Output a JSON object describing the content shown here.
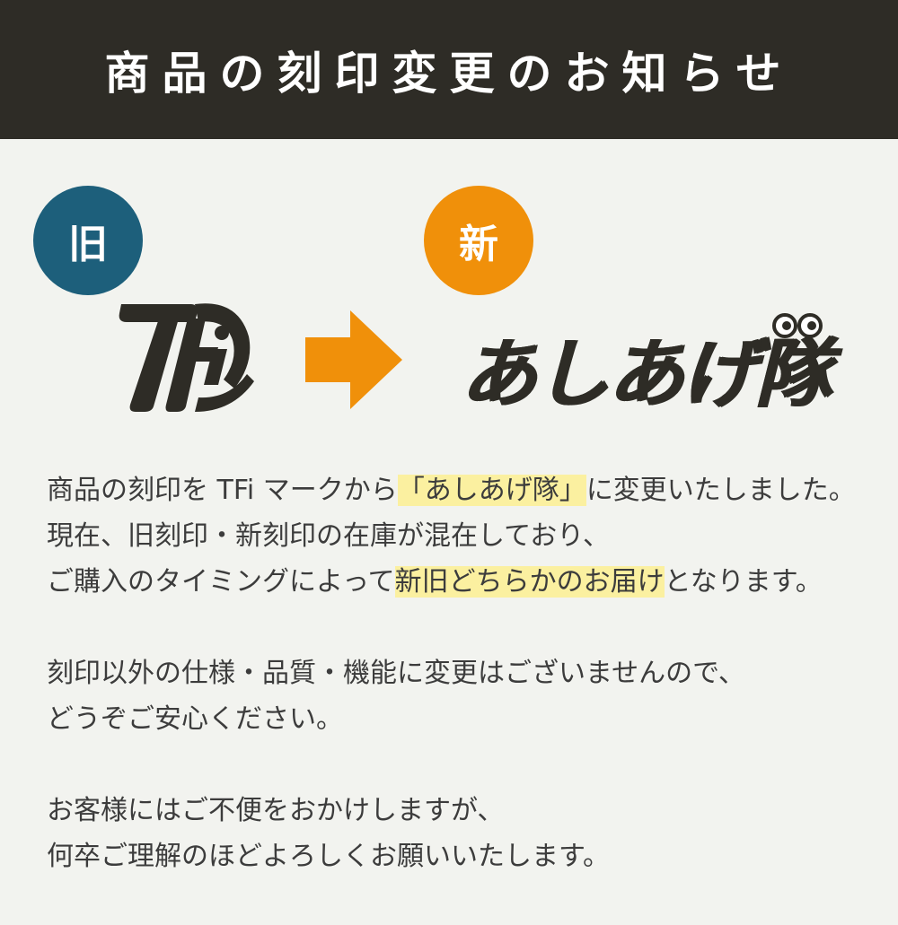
{
  "header": {
    "title": "商品の刻印変更のお知らせ"
  },
  "badges": {
    "old": "旧",
    "new": "新"
  },
  "logos": {
    "new_brand": "あしあげ隊"
  },
  "colors": {
    "header_bg": "#2e2c26",
    "old_badge": "#1d5f7b",
    "new_badge": "#f0900a",
    "arrow": "#f0900a",
    "highlight": "#fbf0a0",
    "page_bg": "#f2f3ef"
  },
  "body": {
    "p1": {
      "l1a": "商品の刻印を TFi マークから",
      "l1b": "「あしあげ隊」",
      "l1c": "に変更いたしました。",
      "l2": "現在、旧刻印・新刻印の在庫が混在しており、",
      "l3a": "ご購入のタイミングによって",
      "l3b": "新旧どちらかのお届け",
      "l3c": "となります。"
    },
    "p2": {
      "l1": "刻印以外の仕様・品質・機能に変更はございませんので、",
      "l2": "どうぞご安心ください。"
    },
    "p3": {
      "l1": "お客様にはご不便をおかけしますが、",
      "l2": "何卒ご理解のほどよろしくお願いいたします。"
    }
  }
}
